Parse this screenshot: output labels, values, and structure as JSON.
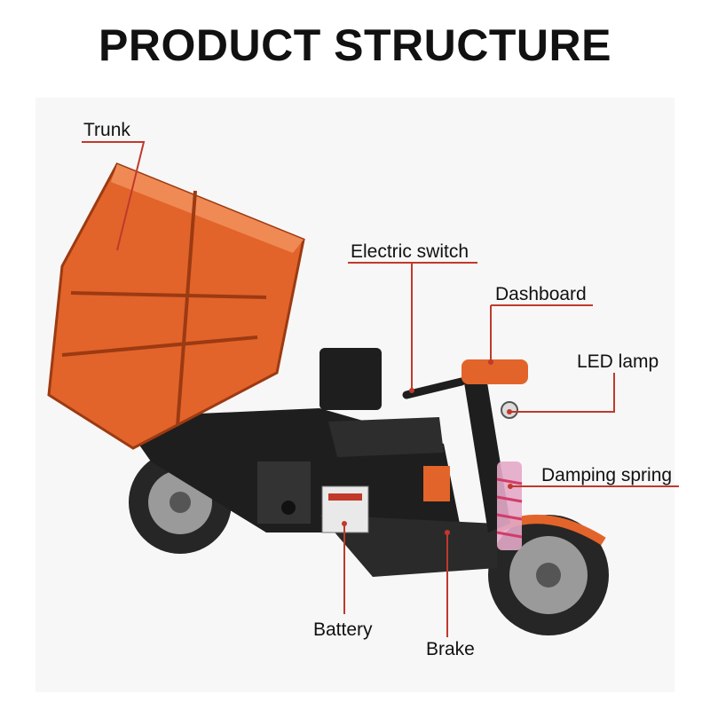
{
  "title": "PRODUCT STRUCTURE",
  "labels": {
    "trunk": "Trunk",
    "electric_switch": "Electric switch",
    "dashboard": "Dashboard",
    "led_lamp": "LED lamp",
    "damping_spring": "Damping spring",
    "battery": "Battery",
    "brake": "Brake"
  },
  "colors": {
    "leader_line": "#c0392b",
    "trunk_orange": "#e2642a",
    "frame_black": "#1e1e1e",
    "tire": "#262626",
    "rim": "#9a9a9a"
  }
}
